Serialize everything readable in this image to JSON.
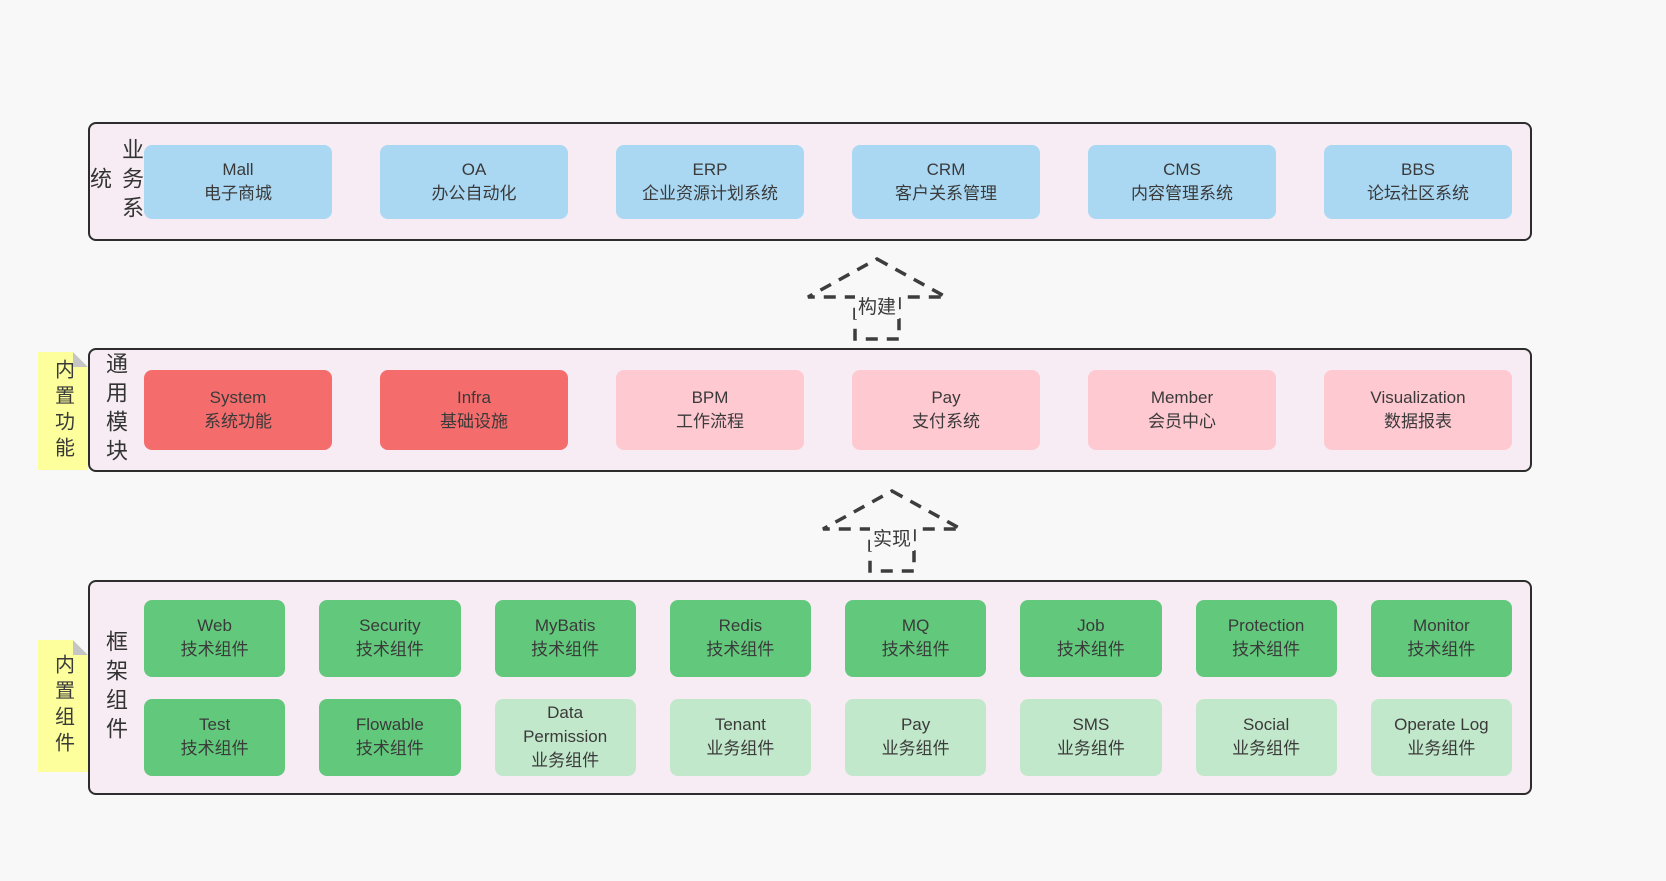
{
  "colors": {
    "page_bg": "#f8f8f8",
    "panel_bg": "#f7ecf4",
    "panel_border": "#2d2d2d",
    "blue": "#aad8f3",
    "red": "#f56c6c",
    "pink": "#fec9d1",
    "green": "#62c97c",
    "light_green": "#c2e8cb",
    "tag_yellow": "#fdff9c",
    "fold_gray": "#c5c5c5",
    "text": "#3a3a3a"
  },
  "layers": {
    "business": {
      "label": "业务系统",
      "boxes": [
        {
          "name": "Mall",
          "desc": "电子商城"
        },
        {
          "name": "OA",
          "desc": "办公自动化"
        },
        {
          "name": "ERP",
          "desc": "企业资源计划系统"
        },
        {
          "name": "CRM",
          "desc": "客户关系管理"
        },
        {
          "name": "CMS",
          "desc": "内容管理系统"
        },
        {
          "name": "BBS",
          "desc": "论坛社区系统"
        }
      ]
    },
    "modules": {
      "label": "通用模块",
      "tag": "内置功能",
      "boxes": [
        {
          "name": "System",
          "desc": "系统功能",
          "variant": "red"
        },
        {
          "name": "Infra",
          "desc": "基础设施",
          "variant": "red"
        },
        {
          "name": "BPM",
          "desc": "工作流程",
          "variant": "pink"
        },
        {
          "name": "Pay",
          "desc": "支付系统",
          "variant": "pink"
        },
        {
          "name": "Member",
          "desc": "会员中心",
          "variant": "pink"
        },
        {
          "name": "Visualization",
          "desc": "数据报表",
          "variant": "pink"
        }
      ]
    },
    "components": {
      "label": "框架组件",
      "tag": "内置组件",
      "row1": [
        {
          "name": "Web",
          "desc": "技术组件",
          "variant": "green"
        },
        {
          "name": "Security",
          "desc": "技术组件",
          "variant": "green"
        },
        {
          "name": "MyBatis",
          "desc": "技术组件",
          "variant": "green"
        },
        {
          "name": "Redis",
          "desc": "技术组件",
          "variant": "green"
        },
        {
          "name": "MQ",
          "desc": "技术组件",
          "variant": "green"
        },
        {
          "name": "Job",
          "desc": "技术组件",
          "variant": "green"
        },
        {
          "name": "Protection",
          "desc": "技术组件",
          "variant": "green"
        },
        {
          "name": "Monitor",
          "desc": "技术组件",
          "variant": "green"
        }
      ],
      "row2": [
        {
          "name": "Test",
          "desc": "技术组件",
          "variant": "green"
        },
        {
          "name": "Flowable",
          "desc": "技术组件",
          "variant": "green"
        },
        {
          "name": "Data Permission",
          "desc": "业务组件",
          "variant": "lightgreen"
        },
        {
          "name": "Tenant",
          "desc": "业务组件",
          "variant": "lightgreen"
        },
        {
          "name": "Pay",
          "desc": "业务组件",
          "variant": "lightgreen"
        },
        {
          "name": "SMS",
          "desc": "业务组件",
          "variant": "lightgreen"
        },
        {
          "name": "Social",
          "desc": "业务组件",
          "variant": "lightgreen"
        },
        {
          "name": "Operate Log",
          "desc": "业务组件",
          "variant": "lightgreen"
        }
      ]
    }
  },
  "arrows": {
    "build": "构建",
    "implement": "实现"
  }
}
